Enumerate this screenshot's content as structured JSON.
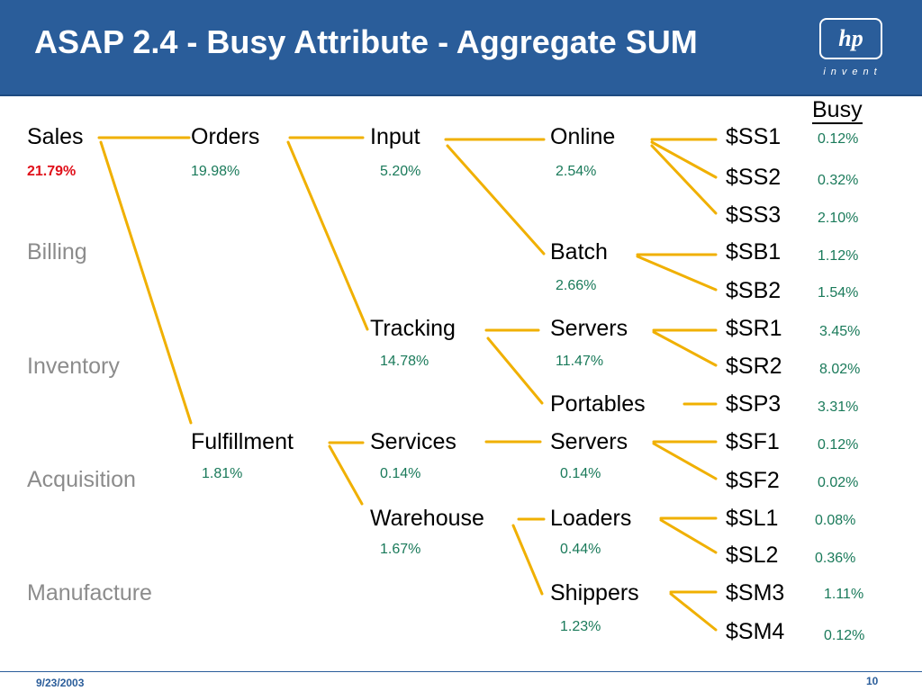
{
  "slide": {
    "title": "ASAP 2.4 - Busy Attribute - Aggregate SUM",
    "busy_header": "Busy",
    "footer_date": "9/23/2003",
    "page_number": "10"
  },
  "logo": {
    "mark": "hp",
    "tagline": "invent"
  },
  "colors": {
    "header": "#2a5d9a",
    "connector": "#f0b000",
    "percent": "#1a7a5a",
    "highlight": "#e0101a",
    "inactive": "#8c8c8c"
  },
  "departments": [
    {
      "label": "Sales",
      "busy": "21.79%",
      "active": true
    },
    {
      "label": "Billing",
      "active": false
    },
    {
      "label": "Inventory",
      "active": false
    },
    {
      "label": "Acquisition",
      "active": false
    },
    {
      "label": "Manufacture",
      "active": false
    }
  ],
  "level2": [
    {
      "label": "Orders",
      "busy": "19.98%"
    },
    {
      "label": "Fulfillment",
      "busy": "1.81%"
    }
  ],
  "level3": [
    {
      "label": "Input",
      "busy": "5.20%"
    },
    {
      "label": "Tracking",
      "busy": "14.78%"
    },
    {
      "label": "Services",
      "busy": "0.14%"
    },
    {
      "label": "Warehouse",
      "busy": "1.67%"
    }
  ],
  "level4": [
    {
      "label": "Online",
      "busy": "2.54%"
    },
    {
      "label": "Batch",
      "busy": "2.66%"
    },
    {
      "label": "Servers",
      "busy": "11.47%"
    },
    {
      "label": "Portables"
    },
    {
      "label": "Servers",
      "busy": "0.14%"
    },
    {
      "label": "Loaders",
      "busy": "0.44%"
    },
    {
      "label": "Shippers",
      "busy": "1.23%"
    }
  ],
  "leaves": [
    {
      "label": "$SS1",
      "busy": "0.12%"
    },
    {
      "label": "$SS2",
      "busy": "0.32%"
    },
    {
      "label": "$SS3",
      "busy": "2.10%"
    },
    {
      "label": "$SB1",
      "busy": "1.12%"
    },
    {
      "label": "$SB2",
      "busy": "1.54%"
    },
    {
      "label": "$SR1",
      "busy": "3.45%"
    },
    {
      "label": "$SR2",
      "busy": "8.02%"
    },
    {
      "label": "$SP3",
      "busy": "3.31%"
    },
    {
      "label": "$SF1",
      "busy": "0.12%"
    },
    {
      "label": "$SF2",
      "busy": "0.02%"
    },
    {
      "label": "$SL1",
      "busy": "0.08%"
    },
    {
      "label": "$SL2",
      "busy": "0.36%"
    },
    {
      "label": "$SM3",
      "busy": "1.11%"
    },
    {
      "label": "$SM4",
      "busy": "0.12%"
    }
  ]
}
